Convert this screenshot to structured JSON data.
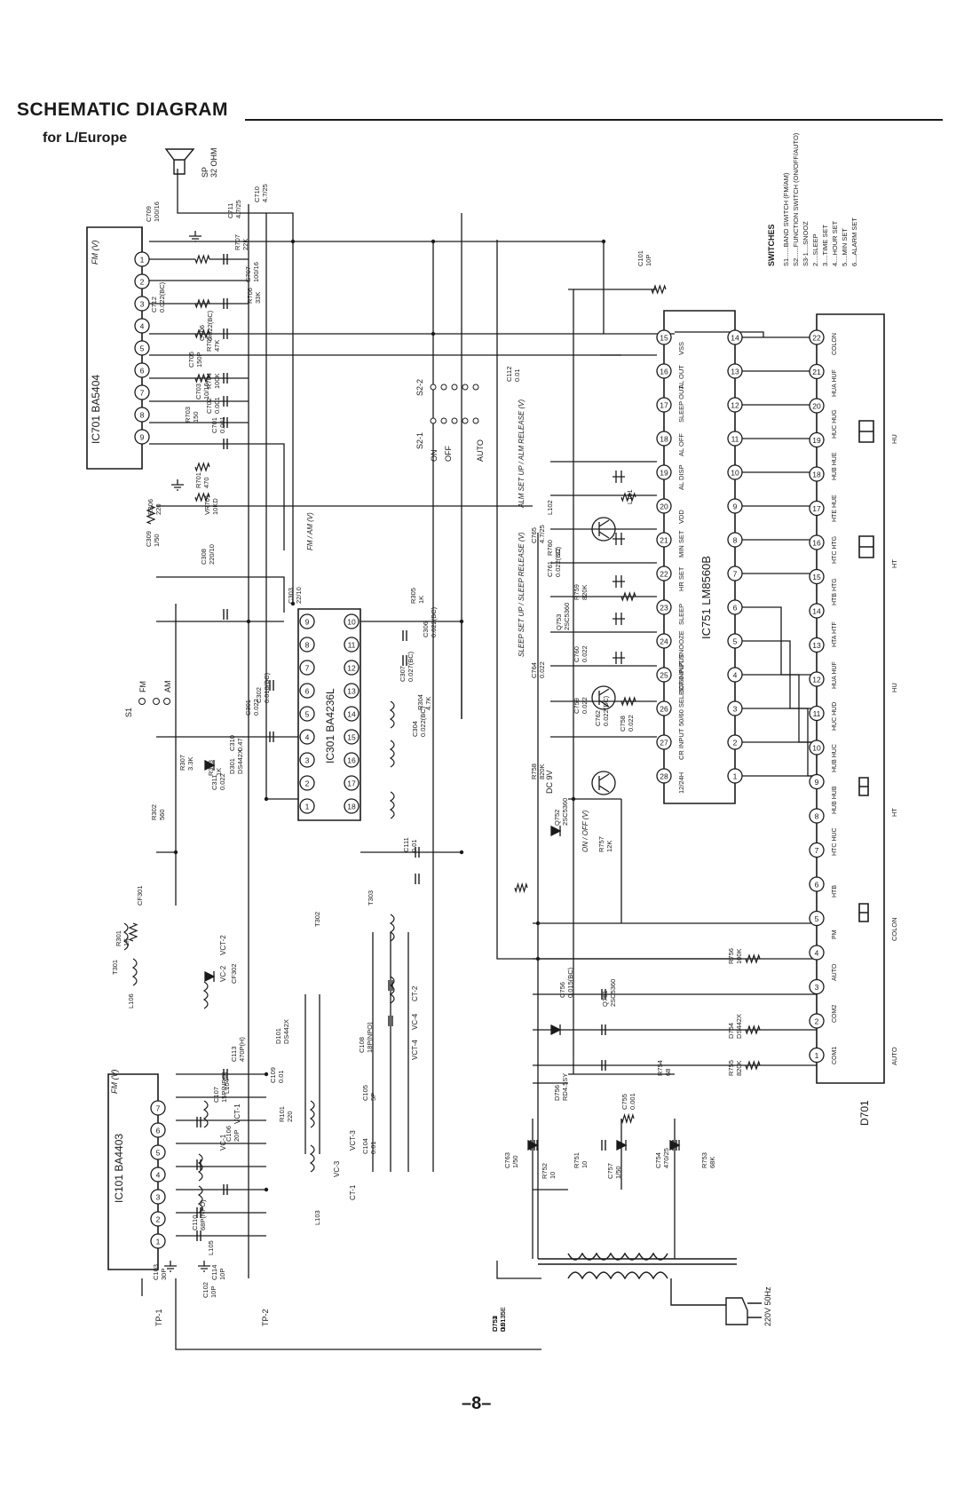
{
  "header": {
    "title": "SCHEMATIC DIAGRAM",
    "subtitle": "for L/Europe"
  },
  "ic701": {
    "name": "IC701 BA5404",
    "pins": [
      "1",
      "2",
      "3",
      "4",
      "5",
      "6",
      "7",
      "8",
      "9"
    ],
    "mode": "FM (V)"
  },
  "ic301": {
    "name": "IC301 BA4236L",
    "pins": [
      "1",
      "2",
      "3",
      "4",
      "5",
      "6",
      "7",
      "8",
      "9",
      "10",
      "11",
      "12",
      "13",
      "14",
      "15",
      "16",
      "17",
      "18"
    ]
  },
  "ic101": {
    "name": "IC101 BA4403",
    "pins": [
      "1",
      "2",
      "3",
      "4",
      "5",
      "6",
      "7"
    ],
    "mode": "FM (V)"
  },
  "ic751": {
    "name": "IC751  LM8560B",
    "pins_top": [
      "15",
      "16",
      "17",
      "18",
      "19",
      "20",
      "21",
      "22",
      "23",
      "24",
      "25",
      "26",
      "27",
      "28"
    ],
    "pins_bottom": [
      "14",
      "13",
      "12",
      "11",
      "10",
      "9",
      "8",
      "7",
      "6",
      "5",
      "4",
      "3",
      "2",
      "1"
    ],
    "labels": [
      "VSS",
      "AL OUT",
      "SLEEP OUT",
      "AL OFF",
      "AL DISP",
      "VDD",
      "MIN SET",
      "HR SET",
      "SLEEP",
      "SNOOZE",
      "50/60 INPUT",
      "50/60 SELECT INPUT",
      "CR INPUT",
      "12/24H"
    ]
  },
  "d701": {
    "name": "D701",
    "pins_top": [
      "22",
      "21",
      "20",
      "19",
      "18",
      "17",
      "16",
      "15",
      "14",
      "13",
      "12",
      "11",
      "10",
      "9",
      "8",
      "7",
      "6",
      "5",
      "4",
      "3",
      "2",
      "1"
    ],
    "labels": [
      "COLON",
      "HUA HUF",
      "HUC HUG",
      "HUB HUE",
      "HTE HUE",
      "HTC HTG",
      "HTB HTG",
      "HTA HTF",
      "HUA HUF",
      "HUC HUD",
      "HUB HUC",
      "HUB HUB",
      "HTC HUC",
      "HTB",
      "PM",
      "AUTO",
      "COM2",
      "COM1"
    ],
    "annotations": [
      "HU",
      "HT",
      "HU",
      "HT",
      "COLON",
      "AUTO"
    ]
  },
  "speaker": {
    "label": "SP",
    "value": "32 OHM"
  },
  "switches": {
    "title": "SWITCHES",
    "items": [
      "S1......BAND SWITCH (FM/AM)",
      "S2......FUNCTION SWITCH (ON/OFF/AUTO)",
      "S3-1....SNOOZ",
      "2....SLEEP",
      "3....TIME SET",
      "4....HOUR SET",
      "5....MIN SET",
      "6....ALARM SET"
    ]
  },
  "s1": {
    "label": "S1",
    "fm": "FM",
    "am": "AM"
  },
  "s2": {
    "s2_1": "S2-1",
    "s2_2": "S2-2",
    "on": "ON",
    "off": "OFF",
    "auto": "AUTO"
  },
  "components": [
    {
      "ref": "C709",
      "value": "100/16"
    },
    {
      "ref": "C710",
      "value": "4.7/25"
    },
    {
      "ref": "C711",
      "value": "4.7/25"
    },
    {
      "ref": "R707",
      "value": "22K"
    },
    {
      "ref": "C707",
      "value": "100/16"
    },
    {
      "ref": "R706",
      "value": "33K"
    },
    {
      "ref": "C712",
      "value": "0.022(BC)"
    },
    {
      "ref": "R705",
      "value": "47K"
    },
    {
      "ref": "C706",
      "value": "0.022(BC)"
    },
    {
      "ref": "C705",
      "value": "150P"
    },
    {
      "ref": "R704",
      "value": "100K"
    },
    {
      "ref": "C703",
      "value": "10/16"
    },
    {
      "ref": "R703",
      "value": "150"
    },
    {
      "ref": "C702",
      "value": "0.001"
    },
    {
      "ref": "C701",
      "value": "0.001"
    },
    {
      "ref": "R701",
      "value": "470"
    },
    {
      "ref": "VR701",
      "value": "10KD"
    },
    {
      "ref": "R306",
      "value": "220"
    },
    {
      "ref": "C309",
      "value": "1/50"
    },
    {
      "ref": "C308",
      "value": "220/10"
    },
    {
      "ref": "C303",
      "value": "22/10"
    },
    {
      "ref": "R305",
      "value": "1K"
    },
    {
      "ref": "C306",
      "value": "0.022(BC)"
    },
    {
      "ref": "C307",
      "value": "0.027(BC)"
    },
    {
      "ref": "C302",
      "value": "0.018(BC)"
    },
    {
      "ref": "C301",
      "value": "0.022"
    },
    {
      "ref": "R304",
      "value": "4.7K"
    },
    {
      "ref": "C304",
      "value": "0.022(BC)"
    },
    {
      "ref": "C310",
      "value": "0.47"
    },
    {
      "ref": "D301",
      "value": "DS442X"
    },
    {
      "ref": "R303",
      "value": "1K"
    },
    {
      "ref": "R307",
      "value": "3.3K"
    },
    {
      "ref": "C311",
      "value": "0.022"
    },
    {
      "ref": "R302",
      "value": "560"
    },
    {
      "ref": "C111",
      "value": "0.01"
    },
    {
      "ref": "CF301",
      "value": ""
    },
    {
      "ref": "R301",
      "value": "1K"
    },
    {
      "ref": "T301",
      "value": ""
    },
    {
      "ref": "T302",
      "value": ""
    },
    {
      "ref": "T303",
      "value": ""
    },
    {
      "ref": "CF302",
      "value": ""
    },
    {
      "ref": "L106",
      "value": ""
    },
    {
      "ref": "C108",
      "value": "18P(NPO)"
    },
    {
      "ref": "D101",
      "value": "DS442X"
    },
    {
      "ref": "C113",
      "value": "470P(H)"
    },
    {
      "ref": "C109",
      "value": "0.01"
    },
    {
      "ref": "L104",
      "value": ""
    },
    {
      "ref": "C107",
      "value": "15P(NPO)"
    },
    {
      "ref": "R101",
      "value": "220"
    },
    {
      "ref": "C106",
      "value": "20P"
    },
    {
      "ref": "C105",
      "value": "5P"
    },
    {
      "ref": "C104",
      "value": "0.01"
    },
    {
      "ref": "L103",
      "value": ""
    },
    {
      "ref": "C110",
      "value": "68P(NPO)"
    },
    {
      "ref": "L105",
      "value": ""
    },
    {
      "ref": "C114",
      "value": "10P"
    },
    {
      "ref": "C103",
      "value": "30P"
    },
    {
      "ref": "C102",
      "value": "10P"
    },
    {
      "ref": "C112",
      "value": "0.01"
    },
    {
      "ref": "C101",
      "value": "10P"
    },
    {
      "ref": "L102",
      "value": ""
    },
    {
      "ref": "L101",
      "value": ""
    },
    {
      "ref": "C765",
      "value": "4.7/25"
    },
    {
      "ref": "R760",
      "value": "22"
    },
    {
      "ref": "C761",
      "value": "0.022(BC)"
    },
    {
      "ref": "R759",
      "value": "820K"
    },
    {
      "ref": "Q753",
      "value": "2SC5360"
    },
    {
      "ref": "C760",
      "value": "0.022"
    },
    {
      "ref": "C764",
      "value": "0.022"
    },
    {
      "ref": "C759",
      "value": "0.022"
    },
    {
      "ref": "C762",
      "value": "0.022(BC)"
    },
    {
      "ref": "C758",
      "value": "0.022"
    },
    {
      "ref": "R758",
      "value": "820K"
    },
    {
      "ref": "Q752",
      "value": "2SC5360"
    },
    {
      "ref": "R757",
      "value": "12K"
    },
    {
      "ref": "R756",
      "value": "100K"
    },
    {
      "ref": "C756",
      "value": "0.015(BC)"
    },
    {
      "ref": "Q751",
      "value": "2SC5360"
    },
    {
      "ref": "D754",
      "value": "DS442X"
    },
    {
      "ref": "R755",
      "value": "820K"
    },
    {
      "ref": "R754",
      "value": "68"
    },
    {
      "ref": "D756",
      "value": "RD4.5SY"
    },
    {
      "ref": "C755",
      "value": "0.001"
    },
    {
      "ref": "C763",
      "value": "1/50"
    },
    {
      "ref": "R752",
      "value": "10"
    },
    {
      "ref": "R751",
      "value": "10"
    },
    {
      "ref": "C757",
      "value": "1/50"
    },
    {
      "ref": "C754",
      "value": "470/25"
    },
    {
      "ref": "R753",
      "value": "68K"
    },
    {
      "ref": "C751",
      "value": "0.01"
    },
    {
      "ref": "D751",
      "value": "DS135E"
    },
    {
      "ref": "C752",
      "value": "0.01"
    },
    {
      "ref": "D752",
      "value": "DS135E"
    },
    {
      "ref": "D753",
      "value": "DS135E"
    },
    {
      "ref": "C753",
      "value": "0.01"
    }
  ],
  "annotations": {
    "dc9v": "DC 9V",
    "al_set": "ALM SET UP / ALM RELEASE (V)",
    "sleep_set": "SLEEP SET UP / SLEEP RELEASE (V)",
    "fm_am": "FM / AM (V)",
    "on_off": "ON / OFF (V)",
    "ac_power": "220V 50Hz",
    "tp1": "TP-1",
    "tp2": "TP-2",
    "vct": [
      "VCT-1",
      "VC-1",
      "VCT-2",
      "VC-2",
      "VCT-3",
      "VC-3",
      "CT-1",
      "VC-4",
      "VCT-4",
      "CT-2"
    ]
  },
  "footer": {
    "page": "–8–"
  }
}
